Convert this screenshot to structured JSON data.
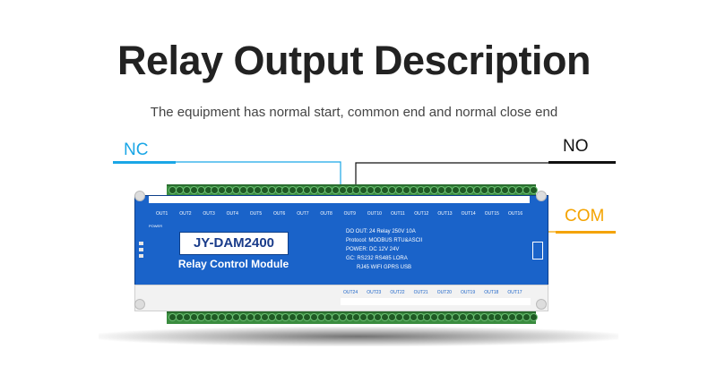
{
  "header": {
    "title": "Relay Output Description",
    "subtitle": "The equipment has normal start, common end and normal close end"
  },
  "callouts": {
    "nc": "NC",
    "no": "NO",
    "com": "COM"
  },
  "device": {
    "model": "JY-DAM2400",
    "name": "Relay Control Module",
    "power_tag": "POWER",
    "top_outputs": [
      "OUT1",
      "OUT2",
      "OUT3",
      "OUT4",
      "OUT5",
      "OUT6",
      "OUT7",
      "OUT8",
      "OUT9",
      "OUT10",
      "OUT11",
      "OUT12",
      "OUT13",
      "OUT14",
      "OUT15",
      "OUT16"
    ],
    "bottom_outputs": [
      "OUT24",
      "OUT23",
      "OUT22",
      "OUT21",
      "OUT20",
      "OUT19",
      "OUT18",
      "OUT17"
    ],
    "specs": {
      "do_out": "DO OUT:  24 Relay 250V 10A",
      "protocol": "Protocol:  MODBUS  RTU&ASCII",
      "power": "POWER:  DC  12V  24V",
      "gc": "GC:  RS232  RS485  LORA",
      "gc2": "RJ45  WIFI  GPRS  USB"
    }
  },
  "colors": {
    "nc": "#1aa6e6",
    "no": "#111111",
    "com": "#f4a300",
    "board": "#1a63c9",
    "terminal": "#3a8c3f"
  }
}
